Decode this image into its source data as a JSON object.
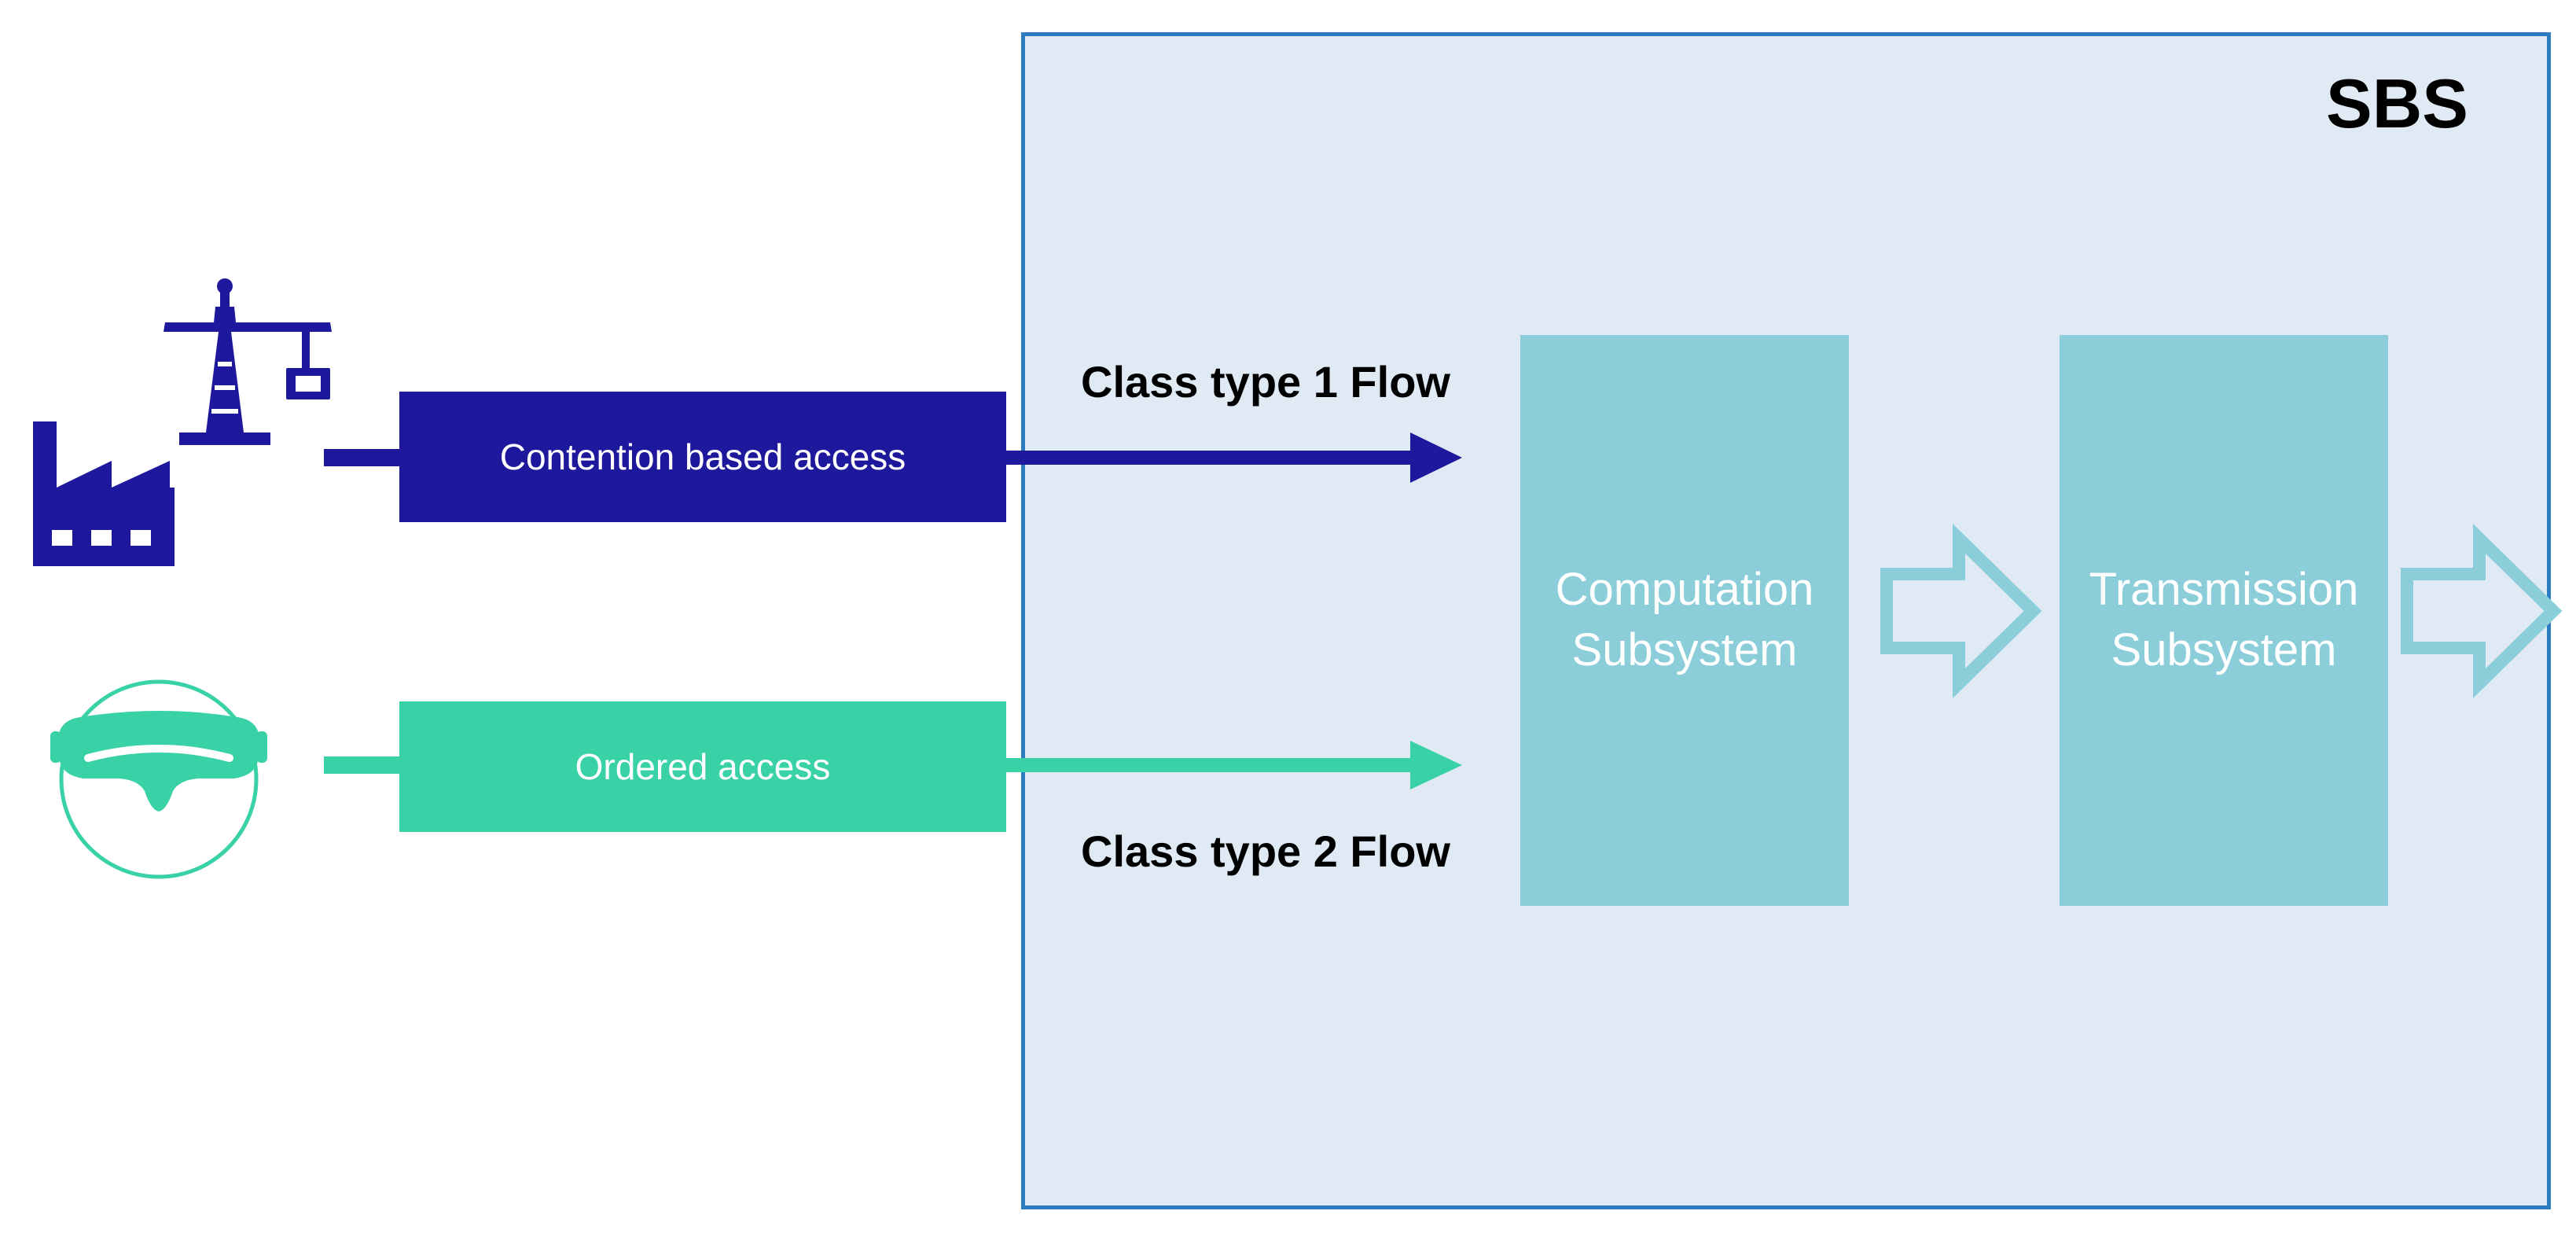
{
  "sbs": {
    "label": "SBS"
  },
  "flows": {
    "class1": "Class type 1 Flow",
    "class2": "Class type 2 Flow"
  },
  "access": {
    "contention": "Contention based access",
    "ordered": "Ordered access"
  },
  "subsystems": {
    "computation": {
      "line1": "Computation",
      "line2": "Subsystem"
    },
    "transmission": {
      "line1": "Transmission",
      "line2": "Subsystem"
    }
  },
  "icons": {
    "industrial": "factory-crane-icon",
    "headset": "vr-headset-icon"
  },
  "colors": {
    "class1": "#1e199c",
    "class2": "#39d1a6",
    "subsystem": "#8bceda",
    "sbs_background": "#dfeaf5",
    "sbs_border": "#2d7cc2"
  }
}
